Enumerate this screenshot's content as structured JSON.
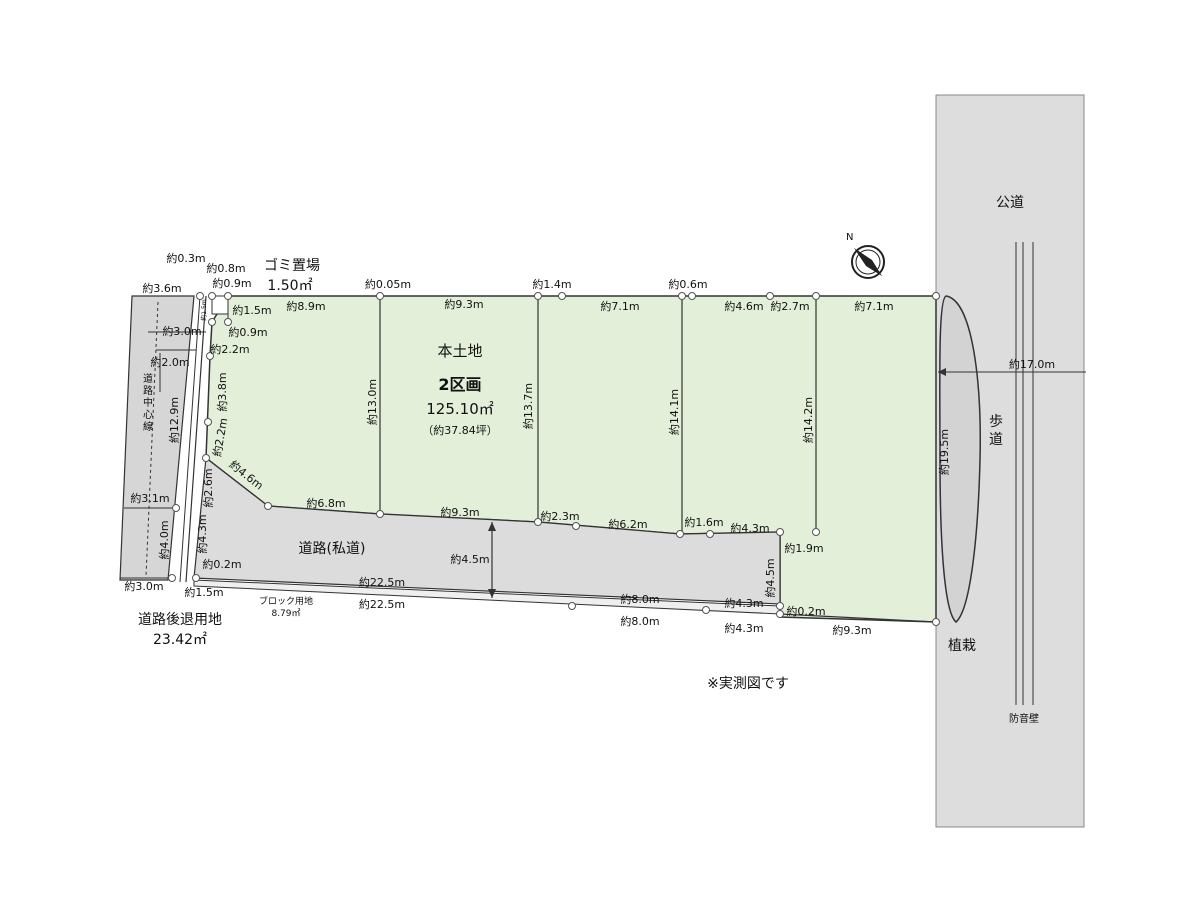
{
  "labels": {
    "kodo": "公道",
    "hodo": "歩道",
    "shokusai": "植栽",
    "boonheki": "防音壁",
    "hondochi": "本土地",
    "kukaku": "2区画",
    "area": "125.10㎡",
    "tsubo": "（約37.84坪）",
    "shido": "道路(私道)",
    "gomi_title": "ゴミ置場",
    "gomi_area": "1.50㎡",
    "koutai_title": "道路後退用地",
    "koutai_area": "23.42㎡",
    "block_title": "ブロック用地",
    "block_area": "8.79㎡",
    "center_line": "道路中心線",
    "note": "※実測図です"
  },
  "dimensions": {
    "top_03": "約0.3m",
    "top_08": "約0.8m",
    "top_09": "約0.9m",
    "left_36": "約3.6m",
    "g_15m": "約1.5m",
    "small_15": "約1.5m",
    "t_89": "約8.9m",
    "t_005": "約0.05m",
    "t_93": "約9.3m",
    "t_14": "約1.4m",
    "t_71a": "約7.1m",
    "t_06": "約0.6m",
    "t_46": "約4.6m",
    "t_27": "約2.7m",
    "t_71b": "約7.1m",
    "l_30": "約3.0m",
    "l_09": "約0.9m",
    "l_20": "約2.0m",
    "l_22a": "約2.2m",
    "l_38": "約3.8m",
    "l_129": "約12.9m",
    "l_22b": "約2.2m",
    "l_46": "約4.6m",
    "l_26": "約2.6m",
    "l_31": "約3.1m",
    "l_40": "約4.0m",
    "l_43": "約4.3m",
    "l_02": "約0.2m",
    "l_30b": "約3.0m",
    "l_15b": "約1.5m",
    "v_130": "約13.0m",
    "v_137": "約13.7m",
    "v_141": "約14.1m",
    "v_142": "約14.2m",
    "v_195": "約19.5m",
    "h_170": "約17.0m",
    "r_68": "約6.8m",
    "r_93": "約9.3m",
    "r_23": "約2.3m",
    "r_62": "約6.2m",
    "r_16": "約1.6m",
    "r_43": "約4.3m",
    "r_19": "約1.9m",
    "r_45": "約4.5m",
    "road_45": "約4.5m",
    "b_225a": "約22.5m",
    "b_225b": "約22.5m",
    "b_80a": "約8.0m",
    "b_80b": "約8.0m",
    "b_43a": "約4.3m",
    "b_43b": "約4.3m",
    "b_02": "約0.2m",
    "b_93": "約9.3m"
  },
  "colors": {
    "land": "#e3efd9",
    "road": "#dcdcdc",
    "public_road": "#dddddd",
    "line": "#333333"
  },
  "icons": {
    "north": "compass-north-icon"
  }
}
